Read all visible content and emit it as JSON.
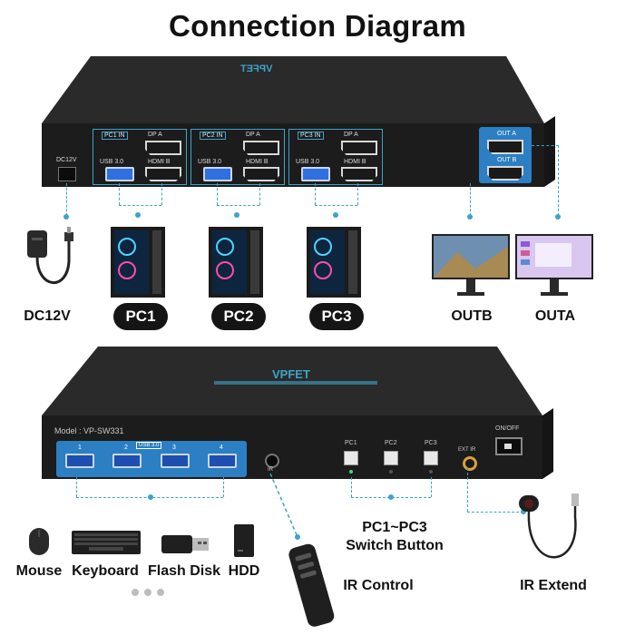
{
  "title": "Connection Diagram",
  "top_panel": {
    "brand_mirrored": "VPFET",
    "dc_port_label": "DC12V",
    "groups": [
      {
        "name": "PC1 IN",
        "usb": "USB 3.0",
        "dp": "DP A",
        "hdmi": "HDMI B"
      },
      {
        "name": "PC2 IN",
        "usb": "USB 3.0",
        "dp": "DP A",
        "hdmi": "HDMI B"
      },
      {
        "name": "PC3 IN",
        "usb": "USB 3.0",
        "dp": "DP A",
        "hdmi": "HDMI B"
      }
    ],
    "out_a": "OUT A",
    "out_b": "OUT B"
  },
  "top_labels": {
    "dc": "DC12V",
    "pc1": "PC1",
    "pc2": "PC2",
    "pc3": "PC3",
    "outb": "OUTB",
    "outa": "OUTA"
  },
  "bottom_panel": {
    "brand": "VPFET",
    "model": "Model : VP-SW331",
    "usb_group": "USB 3.0",
    "usb_ports": [
      "1",
      "2",
      "3",
      "4"
    ],
    "ir_port": "IR",
    "buttons": [
      "PC1",
      "PC2",
      "PC3"
    ],
    "ext_ir": "EXT IR",
    "on_off": "ON/OFF"
  },
  "bottom_labels": {
    "mouse": "Mouse",
    "keyboard": "Keyboard",
    "flash": "Flash Disk",
    "hdd": "HDD",
    "switch_line1": "PC1~PC3",
    "switch_line2": "Switch Button",
    "ir_control": "IR Control",
    "ir_extend": "IR Extend"
  },
  "colors": {
    "panel": "#202020",
    "accent_blue": "#3da3c9",
    "usb_blue": "#2f6fe0"
  }
}
